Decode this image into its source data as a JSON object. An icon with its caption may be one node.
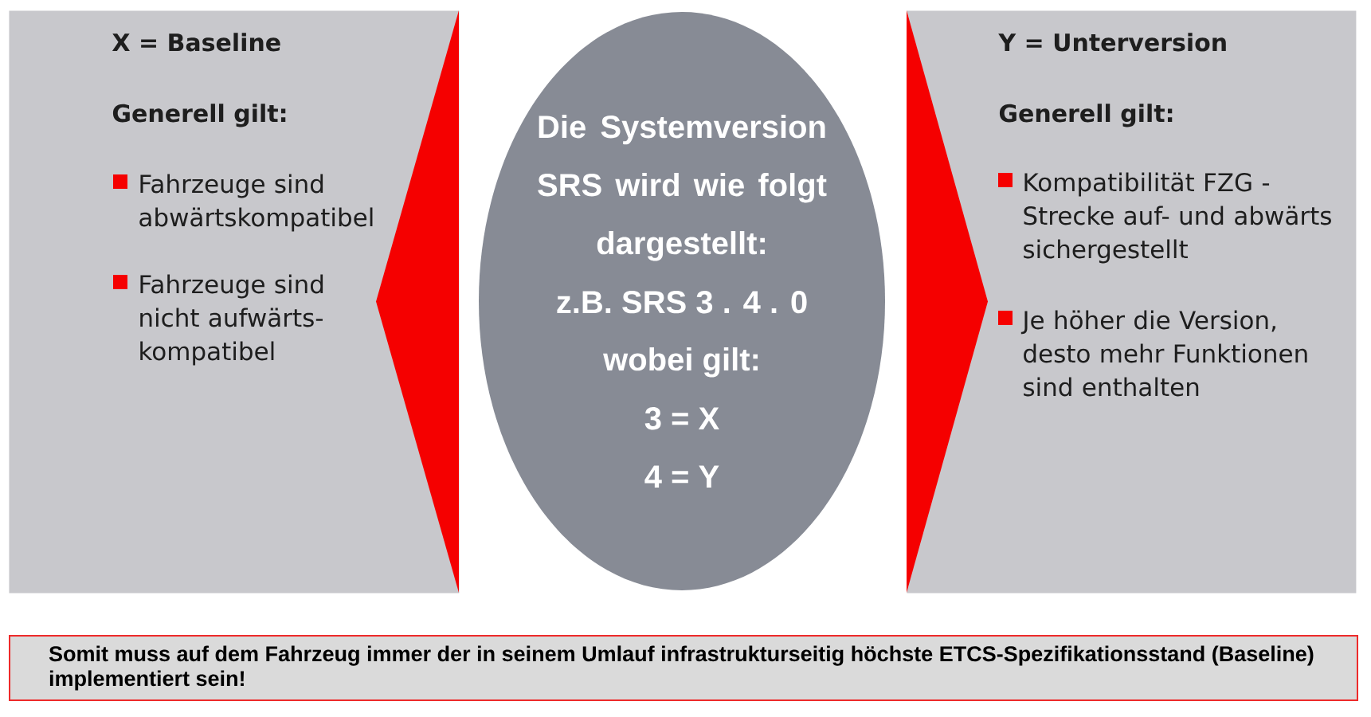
{
  "diagram": {
    "nodes": [
      {
        "text": [
          "X = Baseline",
          "Generell gilt:",
          "Fahrzeuge sind abwärtskompatibel",
          "Fahrzeuge sind nicht aufwärts- kompatibel"
        ]
      },
      {
        "text": [
          "Die Systemversion SRS wird wie folgt dargestellt:",
          "z.B. SRS 3 . 4 . 0",
          "wobei gilt:",
          "3 = X",
          "4 = Y"
        ]
      },
      {
        "text": [
          "Y = Unterversion",
          "Generell gilt:",
          "Kompatibilität FZG - Strecke auf- und abwärts sichergestellt",
          "Je höher die Version, desto mehr Funktionen sind enthalten"
        ]
      },
      {
        "text": [
          "Somit muss auf dem Fahrzeug immer der in seinem Umlauf infrastrukturseitig höchste ETCS-Spezifikationsstand (Baseline) implementiert sein!"
        ]
      }
    ]
  }
}
